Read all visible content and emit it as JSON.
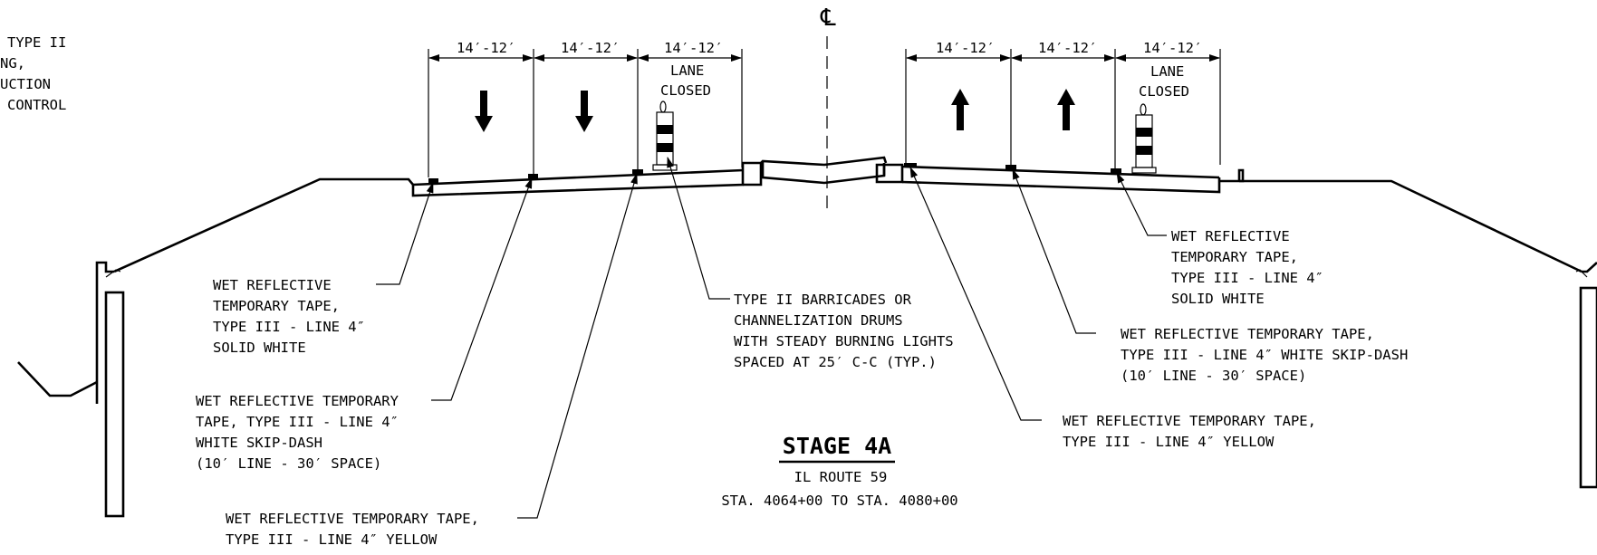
{
  "centerline_symbol": "℄",
  "dimensions": {
    "left": [
      "14′-12′",
      "14′-12′",
      "14′-12′"
    ],
    "right": [
      "14′-12′",
      "14′-12′",
      "14′-12′"
    ]
  },
  "lane_closed": [
    "LANE",
    "CLOSED"
  ],
  "cut_note": [
    "TYPE II",
    "NG,",
    "UCTION",
    "CONTROL"
  ],
  "notes": {
    "left_solid_white": [
      "WET REFLECTIVE",
      "TEMPORARY TAPE,",
      "TYPE III - LINE 4″",
      "SOLID WHITE"
    ],
    "left_skip_dash": [
      "WET REFLECTIVE TEMPORARY",
      "TAPE, TYPE III - LINE 4″",
      "WHITE SKIP-DASH",
      "(10′ LINE - 30′ SPACE)"
    ],
    "left_yellow": [
      "WET REFLECTIVE TEMPORARY TAPE,",
      "TYPE III - LINE 4″ YELLOW"
    ],
    "barricades": [
      "TYPE II BARRICADES OR",
      "CHANNELIZATION DRUMS",
      "WITH STEADY BURNING LIGHTS",
      "SPACED AT 25′ C-C (TYP.)"
    ],
    "right_solid_white": [
      "WET REFLECTIVE",
      "TEMPORARY TAPE,",
      "TYPE III - LINE 4″",
      "SOLID WHITE"
    ],
    "right_skip_dash": [
      "WET REFLECTIVE TEMPORARY TAPE,",
      "TYPE III - LINE 4″ WHITE SKIP-DASH",
      "(10′ LINE - 30′ SPACE)"
    ],
    "right_yellow": [
      "WET REFLECTIVE TEMPORARY TAPE,",
      "TYPE III - LINE 4″ YELLOW"
    ]
  },
  "stage": {
    "title": "STAGE 4A",
    "route": "IL ROUTE 59",
    "station": "STA. 4064+00 TO STA. 4080+00"
  }
}
